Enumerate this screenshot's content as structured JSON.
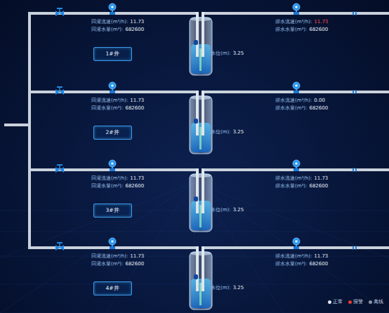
{
  "diagram": {
    "nodes": [
      {
        "text": [
          "1#井"
        ]
      },
      {
        "text": [
          "2#井"
        ]
      },
      {
        "text": [
          "3#井"
        ]
      },
      {
        "text": [
          "4#井"
        ]
      }
    ],
    "labels": [
      "回灌流速(m³/h):",
      "11.73",
      "回灌水量(m³):",
      "682600",
      "水位(m):",
      "3.25",
      "排水流速(m³/h):",
      "11.73",
      "排水水量(m³):",
      "682600",
      "回灌流速(m³/h):",
      "11.73",
      "回灌水量(m³):",
      "682600",
      "水位(m):",
      "3.25",
      "排水流速(m³/h):",
      "0.00",
      "排水水量(m³):",
      "682600",
      "回灌流速(m³/h):",
      "11.73",
      "回灌水量(m³):",
      "682600",
      "水位(m):",
      "3.25",
      "排水流速(m³/h):",
      "11.73",
      "排水水量(m³):",
      "682600",
      "回灌流速(m³/h):",
      "11.73",
      "回灌水量(m³):",
      "682600",
      "水位(m):",
      "3.25",
      "排水流速(m³/h):",
      "11.73",
      "排水水量(m³):",
      "682600"
    ],
    "legend": [
      {
        "text": "正常",
        "color": "#dfe6ee"
      },
      {
        "text": "报警",
        "color": "#e53935"
      },
      {
        "text": "离线",
        "color": "#8a94a0"
      }
    ]
  }
}
